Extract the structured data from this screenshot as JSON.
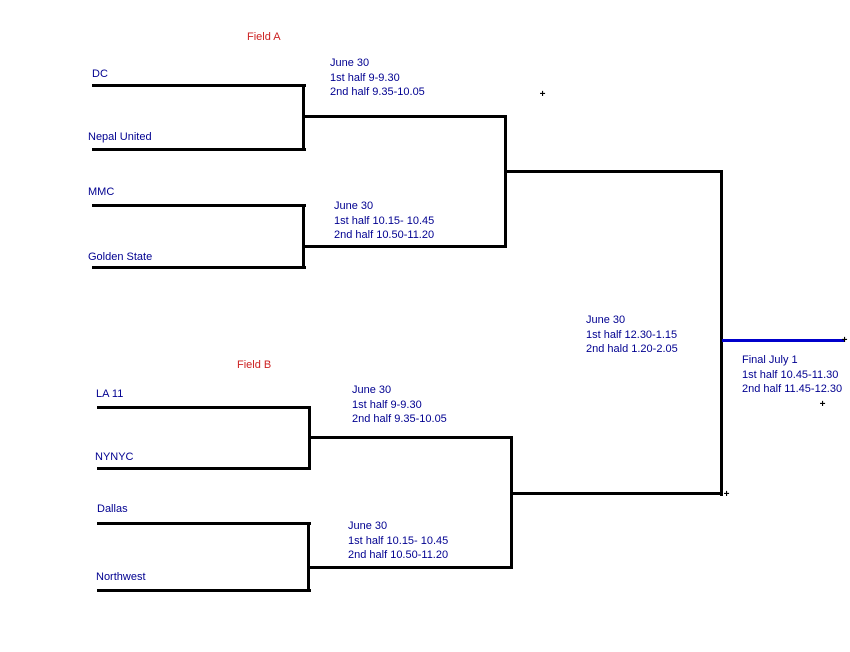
{
  "colors": {
    "background": "#ffffff",
    "line": "#000000",
    "team_text": "#000090",
    "field_label": "#cc2222",
    "final_line": "#0000cc"
  },
  "field_a": {
    "label": "Field A",
    "teams": [
      "DC",
      "Nepal United",
      "MMC",
      "Golden State"
    ],
    "match1_schedule": [
      "June 30",
      "1st half 9-9.30",
      "2nd half 9.35-10.05"
    ],
    "match2_schedule": [
      "June 30",
      "1st half 10.15- 10.45",
      "2nd half 10.50-11.20"
    ]
  },
  "field_b": {
    "label": "Field B",
    "teams": [
      "LA 11",
      "NYNYC",
      "Dallas",
      "Northwest"
    ],
    "match1_schedule": [
      "June 30",
      "1st half 9-9.30",
      "2nd half 9.35-10.05"
    ],
    "match2_schedule": [
      "June 30",
      "1st half 10.15- 10.45",
      "2nd half 10.50-11.20"
    ]
  },
  "semifinal_schedule": [
    "June 30",
    "1st half 12.30-1.15",
    "2nd hald 1.20-2.05"
  ],
  "final_schedule": [
    "Final July 1",
    "1st half 10.45-11.30",
    "2nd half 11.45-12.30"
  ],
  "markers": {
    "plus": "+"
  }
}
